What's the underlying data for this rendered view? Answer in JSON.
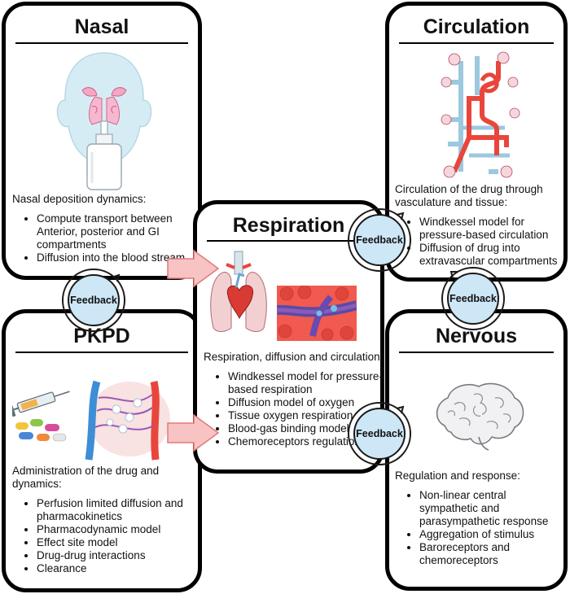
{
  "panels": {
    "nasal": {
      "title": "Nasal",
      "intro": "Nasal deposition dynamics:",
      "items": [
        "Compute transport between Anterior, posterior and GI compartments",
        "Diffusion into the blood stream"
      ]
    },
    "circulation": {
      "title": "Circulation",
      "intro": "Circulation of the drug through vasculature and tissue:",
      "items": [
        "Windkessel model for pressure-based circulation",
        "Diffusion of drug into extravascular compartments"
      ]
    },
    "respiration": {
      "title": "Respiration",
      "intro": "Respiration, diffusion and circulation:",
      "items": [
        "Windkessel model for pressure-based respiration",
        "Diffusion model of oxygen",
        "Tissue oxygen respiration",
        "Blood-gas binding model",
        "Chemoreceptors regulation"
      ]
    },
    "pkpd": {
      "title": "PKPD",
      "intro": "Administration of the drug and dynamics:",
      "items": [
        "Perfusion limited diffusion and pharmacokinetics",
        "Pharmacodynamic model",
        "Effect site model",
        "Drug-drug interactions",
        "Clearance"
      ]
    },
    "nervous": {
      "title": "Nervous",
      "intro": "Regulation and response:",
      "items": [
        "Non-linear central sympathetic and parasympathetic response",
        "Aggregation of stimulus",
        "Baroreceptors and chemoreceptors"
      ]
    }
  },
  "feedback_label": "Feedback",
  "colors": {
    "panel_border": "#000000",
    "feedback_fill": "#cde7f6",
    "arrow_fill": "#f7c3c3",
    "arrow_stroke": "#e07a7a",
    "artery": "#e8463c",
    "vein": "#9cc8e0"
  },
  "icons": {
    "nasal": "head-with-nasal-spray-icon",
    "circulation": "vasculature-icon",
    "respiration_heart": "heart-lungs-icon",
    "respiration_tissue": "alveoli-capillary-icon",
    "pkpd_drugs": "syringe-and-pills-icon",
    "pkpd_vessels": "capillary-bed-icon",
    "nervous": "brain-icon"
  }
}
